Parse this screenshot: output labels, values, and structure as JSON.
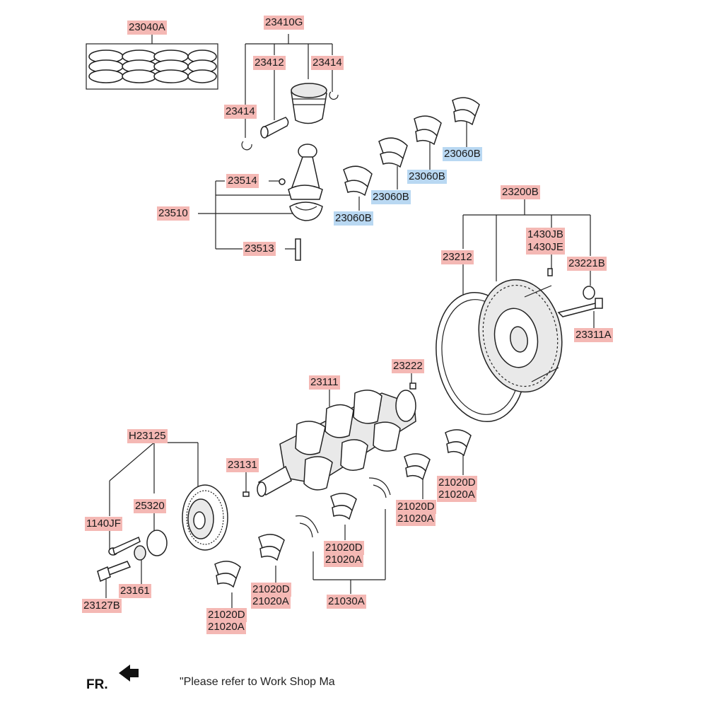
{
  "labels": {
    "l23040A": "23040A",
    "l23410G": "23410G",
    "l23412": "23412",
    "l23414a": "23414",
    "l23414b": "23414",
    "l23514": "23514",
    "l23510": "23510",
    "l23513": "23513",
    "l23060B_1": "23060B",
    "l23060B_2": "23060B",
    "l23060B_3": "23060B",
    "l23060B_4": "23060B",
    "l23200B": "23200B",
    "l1430JB": "1430JB",
    "l1430JE": "1430JE",
    "l23212": "23212",
    "l23221B": "23221B",
    "l23311A": "23311A",
    "l23222": "23222",
    "l23111": "23111",
    "lH23125": "H23125",
    "l23131": "23131",
    "l25320": "25320",
    "l1140JF": "1140JF",
    "l23161": "23161",
    "l23127B": "23127B",
    "l21020D_1": "21020D",
    "l21020A_1": "21020A",
    "l21020D_2": "21020D",
    "l21020A_2": "21020A",
    "l21020D_3": "21020D",
    "l21020A_3": "21020A",
    "l21020D_4": "21020D",
    "l21020A_4": "21020A",
    "l21020D_5": "21020D",
    "l21020A_5": "21020A",
    "l21030A": "21030A"
  },
  "footer": {
    "direction": "FR.",
    "note": "\"Please refer to Work Shop Ma"
  },
  "colors": {
    "label_red": "#f4b8b4",
    "label_blue": "#b9d8f2"
  }
}
